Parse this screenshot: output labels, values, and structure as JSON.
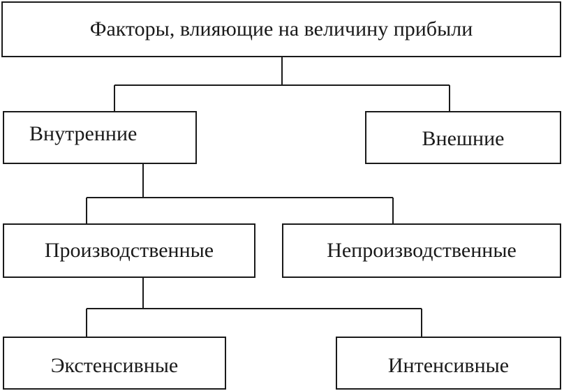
{
  "diagram": {
    "root": "Факторы, влияющие на величину прибыли",
    "level1": {
      "left": "Внутренние",
      "right": "Внешние"
    },
    "level2": {
      "left": "Производственные",
      "right": "Непроизводственные"
    },
    "level3": {
      "left": "Экстенсивные",
      "right": "Интенсивные"
    }
  }
}
